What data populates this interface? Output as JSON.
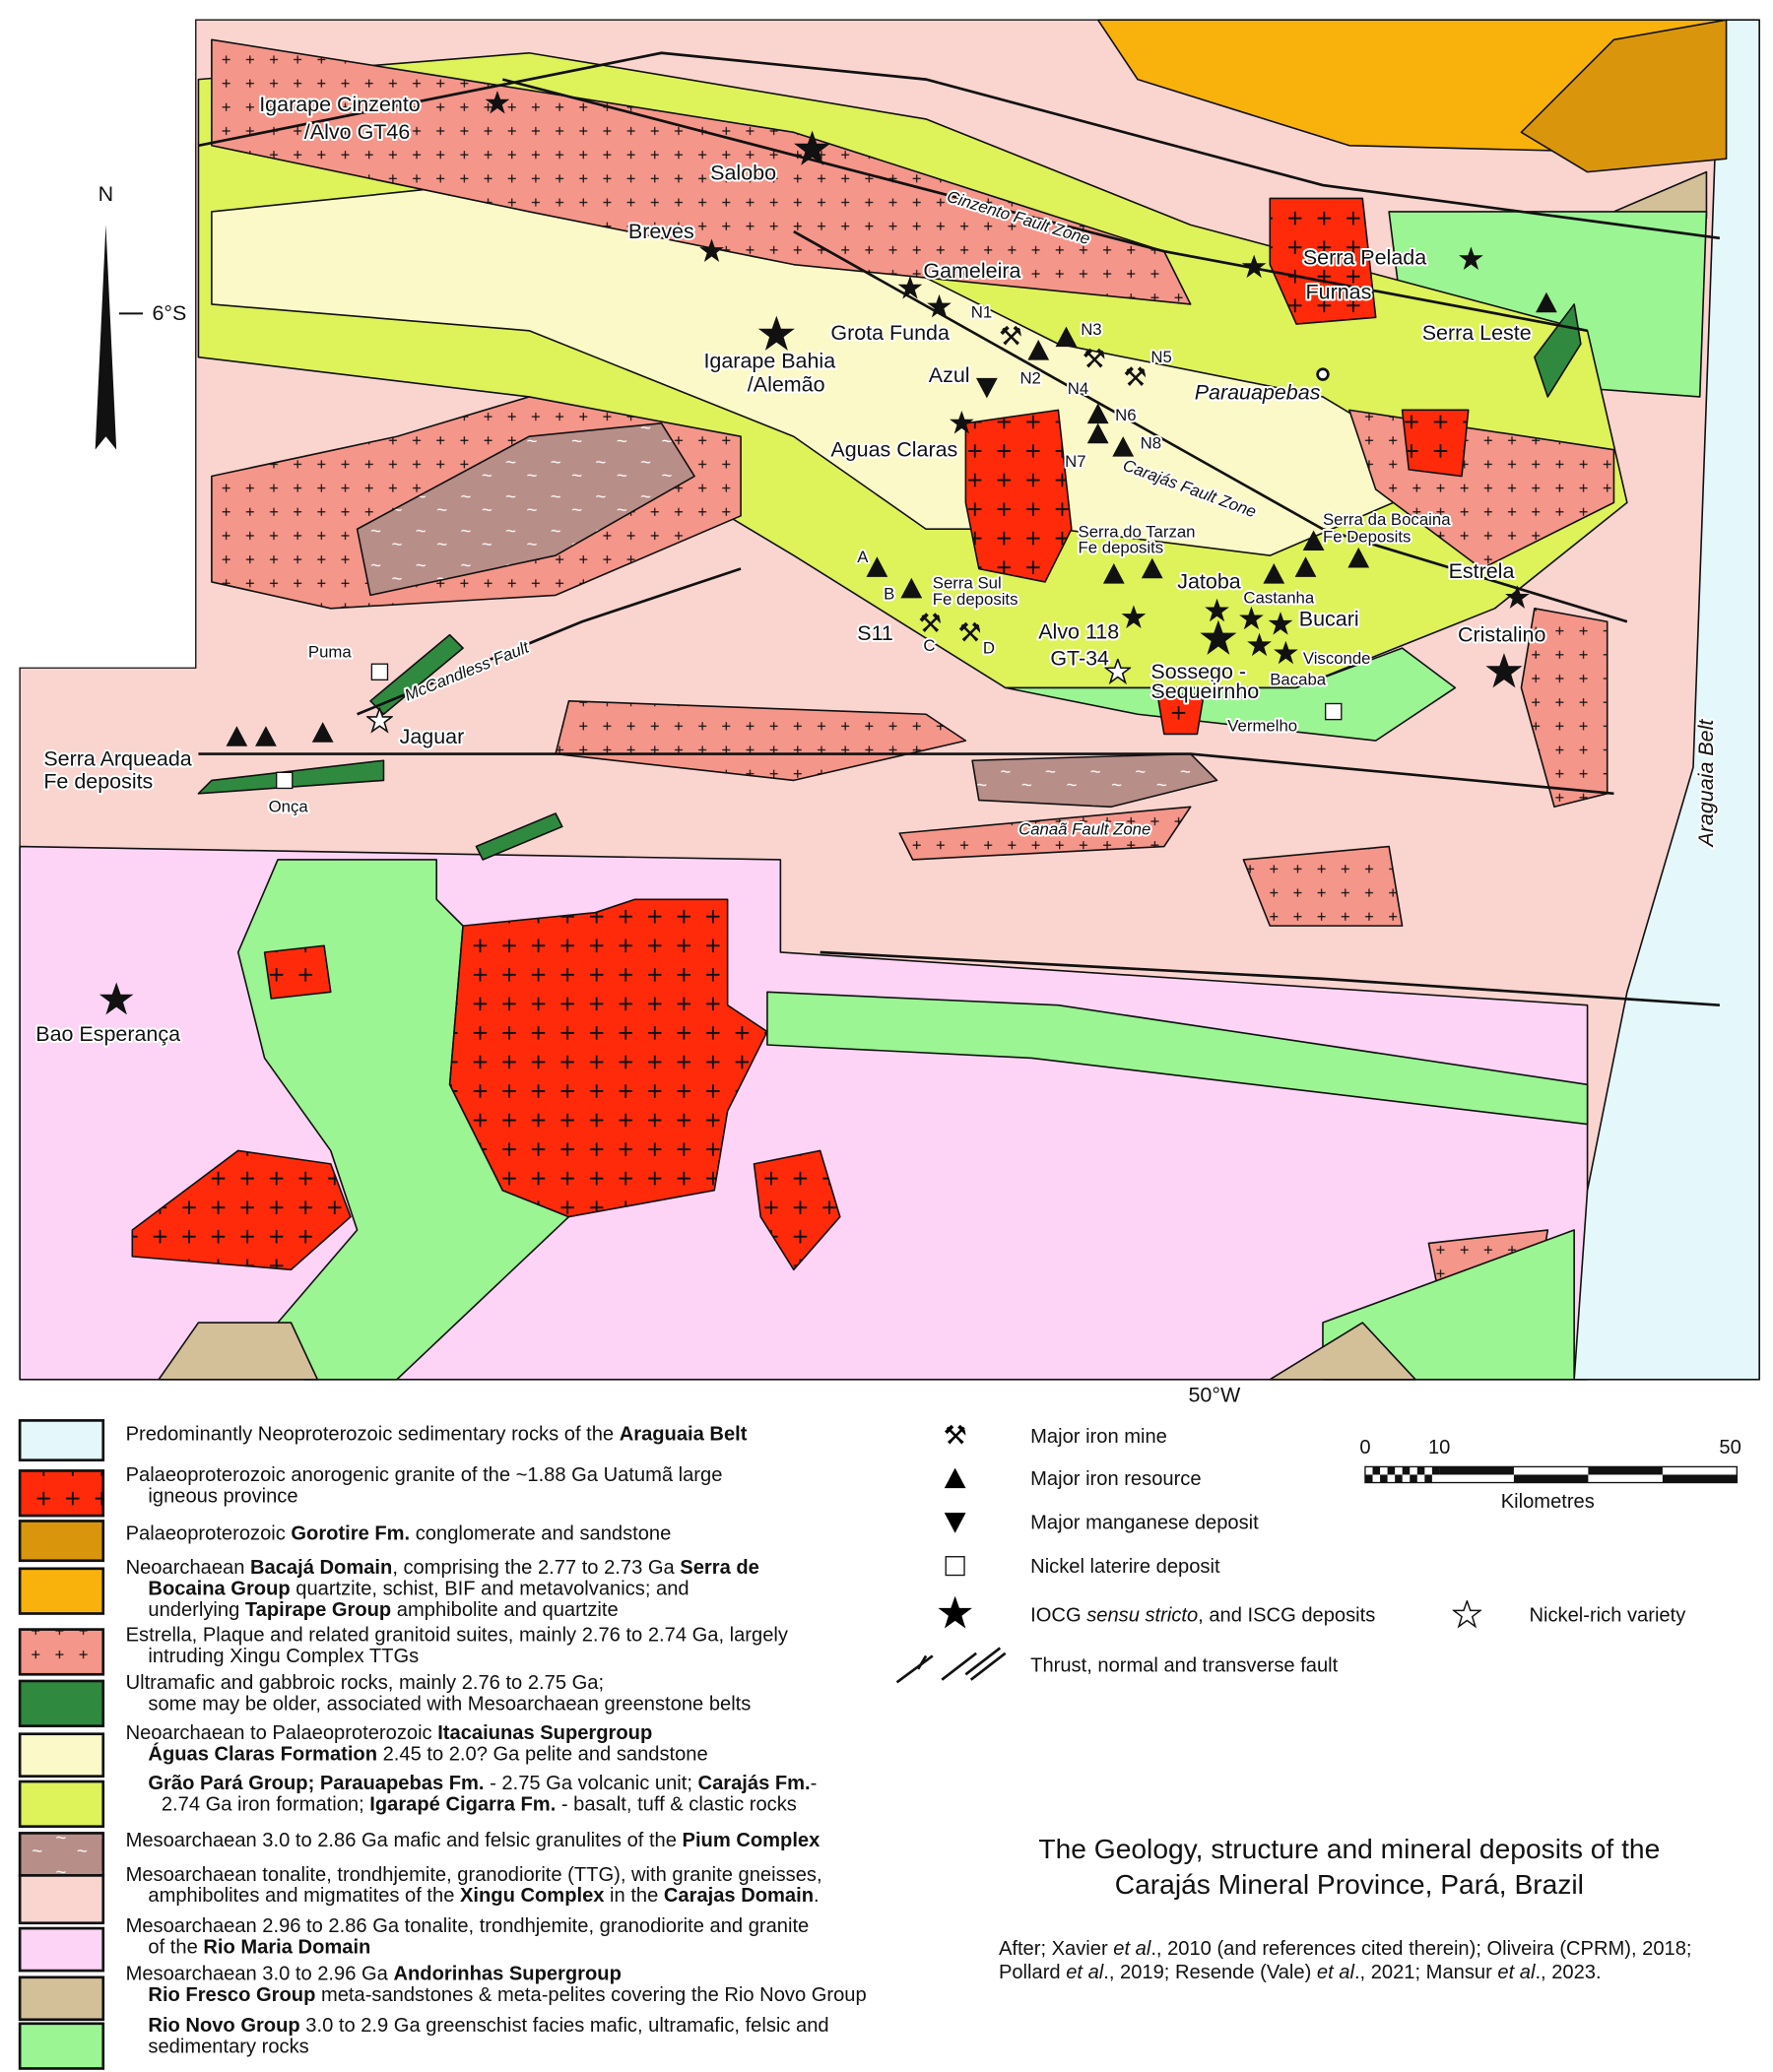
{
  "colors": {
    "araguaia": "#e4f8fb",
    "uatuma_granite": "#ff2a0a",
    "gorotire": "#d9960c",
    "bacaja": "#f9b20c",
    "estrella": "#f5968a",
    "ultramafic": "#2f8a3f",
    "aguas_claras": "#fcf9c9",
    "grao_para": "#def25a",
    "pium": "#b88e88",
    "xingu": "#fad5d0",
    "rio_maria": "#fdd4f6",
    "andorinhas": "#d4c098",
    "rio_novo": "#9af592"
  },
  "north_arrow": {
    "label": "N",
    "latitude": "6°S"
  },
  "longitude": "50°W",
  "labels": {
    "igarape_cinzento": "Igarape Cinzento",
    "alvo_gt46": "/Alvo GT46",
    "salobo": "Salobo",
    "cinzento_fault": "Cinzento Fault Zone",
    "breves": "Breves",
    "gameleira": "Gameleira",
    "n1": "N1",
    "grota_funda": "Grota Funda",
    "igarape_bahia": "Igarape Bahia",
    "alemao": "/Alemão",
    "azul": "Azul",
    "n2": "N2",
    "n3": "N3",
    "n4": "N4",
    "n5": "N5",
    "n6": "N6",
    "n7": "N7",
    "n8": "N8",
    "parauapebas": "Parauapebas",
    "aguas_claras": "Aguas Claras",
    "carajas_fault": "Carajás Fault Zone",
    "tarzan_1": "Serra do Tarzan",
    "tarzan_2": "Fe deposits",
    "bocaina_1": "Serra da Bocaina",
    "bocaina_2": "Fe Deposits",
    "estrela": "Estrela",
    "cristalino": "Cristalino",
    "jatoba": "Jatoba",
    "castanha": "Castanha",
    "bucari": "Bucari",
    "visconde": "Visconde",
    "bacaba": "Bacaba",
    "sossego_1": "Sossego -",
    "sossego_2": "Sequeirnho",
    "gt34": "GT-34",
    "alvo118": "Alvo 118",
    "vermelho": "Vermelho",
    "serra_sul_1": "Serra Sul",
    "serra_sul_2": "Fe deposits",
    "a": "A",
    "b": "B",
    "c": "C",
    "d": "D",
    "s11": "S11",
    "puma": "Puma",
    "mccandless": "McCandless Fault",
    "jaguar": "Jaguar",
    "serra_arqueada_1": "Serra Arqueada",
    "serra_arqueada_2": "Fe deposits",
    "onca": "Onça",
    "canaa_fault": "Canaã Fault Zone",
    "serra_pelada": "Serra Pelada",
    "furnas": "Furnas",
    "serra_leste": "Serra Leste",
    "araguaia_belt": "Araguaia Belt",
    "bao_esperanca": "Bao Esperança"
  },
  "legend_units": [
    {
      "key": "araguaia",
      "lines": [
        [
          [
            "Predominantly Neoproterozoic sedimentary rocks of the ",
            0
          ],
          [
            "Araguaia Belt",
            1
          ]
        ]
      ]
    },
    {
      "key": "uatuma_granite",
      "pattern": "plus",
      "lines": [
        [
          [
            "Palaeoproterozoic anorogenic granite of the ~1.88 Ga Uatumã large",
            0
          ]
        ],
        [
          [
            "igneous province",
            0
          ]
        ]
      ]
    },
    {
      "key": "gorotire",
      "lines": [
        [
          [
            "Palaeoproterozoic ",
            0
          ],
          [
            "Gorotire Fm.",
            1
          ],
          [
            " conglomerate and sandstone",
            0
          ]
        ]
      ]
    },
    {
      "key": "bacaja",
      "lines": [
        [
          [
            "Neoarchaean ",
            0
          ],
          [
            "Bacajá Domain",
            1
          ],
          [
            ", comprising the 2.77 to 2.73 Ga ",
            0
          ],
          [
            "Serra de",
            1
          ]
        ],
        [
          [
            "Bocaina Group",
            1
          ],
          [
            " quartzite, schist, BIF and metavolvanics; and",
            0
          ]
        ],
        [
          [
            "underlying ",
            0
          ],
          [
            "Tapirape Group",
            1
          ],
          [
            " amphibolite and quartzite",
            0
          ]
        ]
      ]
    },
    {
      "key": "estrella",
      "pattern": "plus",
      "lines": [
        [
          [
            "Estrella, Plaque and related granitoid suites, mainly 2.76 to 2.74 Ga, largely",
            0
          ]
        ],
        [
          [
            "intruding Xingu Complex TTGs",
            0
          ]
        ]
      ]
    },
    {
      "key": "ultramafic",
      "lines": [
        [
          [
            "Ultramafic and gabbroic rocks, mainly 2.76 to 2.75 Ga;",
            0
          ]
        ],
        [
          [
            "some may be older, associated with Mesoarchaean greenstone belts",
            0
          ]
        ]
      ]
    },
    {
      "key": "aguas_claras",
      "lines": [
        [
          [
            "Neoarchaean to Palaeoproterozoic  ",
            0
          ],
          [
            "Itacaiunas Supergroup",
            1
          ]
        ],
        [
          [
            "Águas Claras Formation",
            1
          ],
          [
            " 2.45 to 2.0? Ga pelite and sandstone",
            0
          ]
        ]
      ]
    },
    {
      "key": "grao_para",
      "lines": [
        [
          [
            "Grão Pará Group;  Parauapebas Fm.",
            1
          ],
          [
            " - 2.75 Ga volcanic unit; ",
            0
          ],
          [
            "Carajás Fm.",
            1
          ],
          [
            "-",
            0
          ]
        ],
        [
          [
            "2.74 Ga iron formation;  ",
            0
          ],
          [
            "Igarapé Cigarra Fm.",
            1
          ],
          [
            " - basalt, tuff & clastic rocks",
            0
          ]
        ]
      ]
    },
    {
      "key": "pium",
      "pattern": "tilde",
      "lines": [
        [
          [
            "Mesoarchaean 3.0 to 2.86 Ga mafic and felsic granulites of the ",
            0
          ],
          [
            "Pium Complex",
            1
          ]
        ]
      ]
    },
    {
      "key": "xingu",
      "lines": [
        [
          [
            "Mesoarchaean tonalite, trondhjemite, granodiorite (TTG), with granite gneisses,",
            0
          ]
        ],
        [
          [
            "amphibolites and migmatites of the ",
            0
          ],
          [
            "Xingu Complex",
            1
          ],
          [
            " in the ",
            0
          ],
          [
            "Carajas Domain",
            1
          ],
          [
            ".",
            0
          ]
        ]
      ]
    },
    {
      "key": "rio_maria",
      "lines": [
        [
          [
            "Mesoarchaean 2.96 to 2.86 Ga tonalite, trondhjemite, granodiorite and granite",
            0
          ]
        ],
        [
          [
            "of the ",
            0
          ],
          [
            "Rio Maria Domain",
            1
          ]
        ]
      ]
    },
    {
      "key": "andorinhas",
      "lines": [
        [
          [
            "Mesoarchaean 3.0 to 2.96 Ga ",
            0
          ],
          [
            "Andorinhas Supergroup",
            1
          ]
        ],
        [
          [
            "Rio Fresco Group",
            1
          ],
          [
            " meta-sandstones & meta-pelites covering the Rio Novo Group",
            0
          ]
        ]
      ]
    },
    {
      "key": "rio_novo",
      "lines": [
        [
          [
            "Rio Novo Group",
            1
          ],
          [
            " 3.0 to 2.9 Ga greenschist facies mafic, ultramafic, felsic and",
            0
          ]
        ],
        [
          [
            "sedimentary rocks",
            0
          ]
        ]
      ]
    }
  ],
  "legend_symbols": {
    "iron_mine": "Major iron mine",
    "iron_resource": "Major iron resource",
    "manganese": "Major manganese deposit",
    "nickel": "Nickel laterire deposit",
    "iocg_pre": "IOCG ",
    "iocg_it": "sensu stricto",
    "iocg_post": ", and ISCG deposits",
    "nickel_rich": "Nickel-rich variety",
    "fault": "Thrust, normal and transverse fault"
  },
  "scale_bar": {
    "ticks": [
      "0",
      "10",
      "50"
    ],
    "unit": "Kilometres"
  },
  "title": {
    "line1": "The Geology, structure and mineral deposits of the",
    "line2": "Carajás  Mineral Province, Pará, Brazil"
  },
  "citation": [
    [
      [
        "After; Xavier ",
        0
      ],
      [
        "et al",
        2
      ],
      [
        "., 2010 (and references cited therein); Oliveira (CPRM), 2018;",
        0
      ]
    ],
    [
      [
        "Pollard ",
        0
      ],
      [
        "et al",
        2
      ],
      [
        "., 2019; Resende (Vale) ",
        0
      ],
      [
        "et al",
        2
      ],
      [
        "., 2021; Mansur ",
        0
      ],
      [
        "et al",
        2
      ],
      [
        "., 2023.",
        0
      ]
    ]
  ]
}
